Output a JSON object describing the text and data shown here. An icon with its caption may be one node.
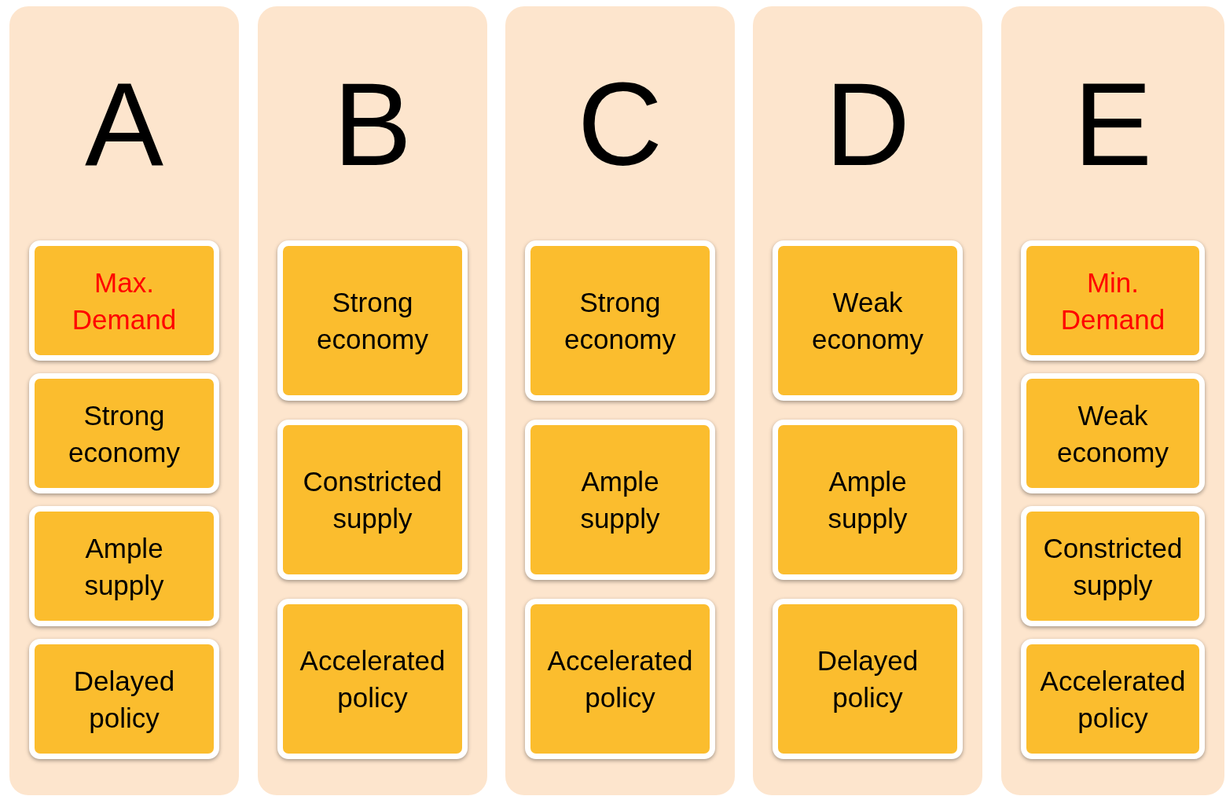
{
  "diagram": {
    "nodes": [
      {
        "text": [
          "A"
        ]
      },
      {
        "text": [
          "Max. Demand"
        ],
        "in": 0
      },
      {
        "text": [
          "Strong economy"
        ],
        "in": 0
      },
      {
        "text": [
          "Ample supply"
        ],
        "in": 0
      },
      {
        "text": [
          "Delayed policy"
        ],
        "in": 0
      },
      {
        "text": [
          "B"
        ]
      },
      {
        "text": [
          "Strong economy"
        ],
        "in": 5
      },
      {
        "text": [
          "Constricted supply"
        ],
        "in": 5
      },
      {
        "text": [
          "Accelerated policy"
        ],
        "in": 5
      },
      {
        "text": [
          "C"
        ]
      },
      {
        "text": [
          "Strong economy"
        ],
        "in": 9
      },
      {
        "text": [
          "Ample supply"
        ],
        "in": 9
      },
      {
        "text": [
          "Accelerated policy"
        ],
        "in": 9
      },
      {
        "text": [
          "D"
        ]
      },
      {
        "text": [
          "Weak economy"
        ],
        "in": 13
      },
      {
        "text": [
          "Ample supply"
        ],
        "in": 13
      },
      {
        "text": [
          "Delayed policy"
        ],
        "in": 13
      },
      {
        "text": [
          "E"
        ]
      },
      {
        "text": [
          "Min. Demand"
        ],
        "in": 17
      },
      {
        "text": [
          "Weak economy"
        ],
        "in": 17
      },
      {
        "text": [
          "Constricted supply"
        ],
        "in": 17
      },
      {
        "text": [
          "Accelerated policy"
        ],
        "in": 17
      }
    ]
  }
}
